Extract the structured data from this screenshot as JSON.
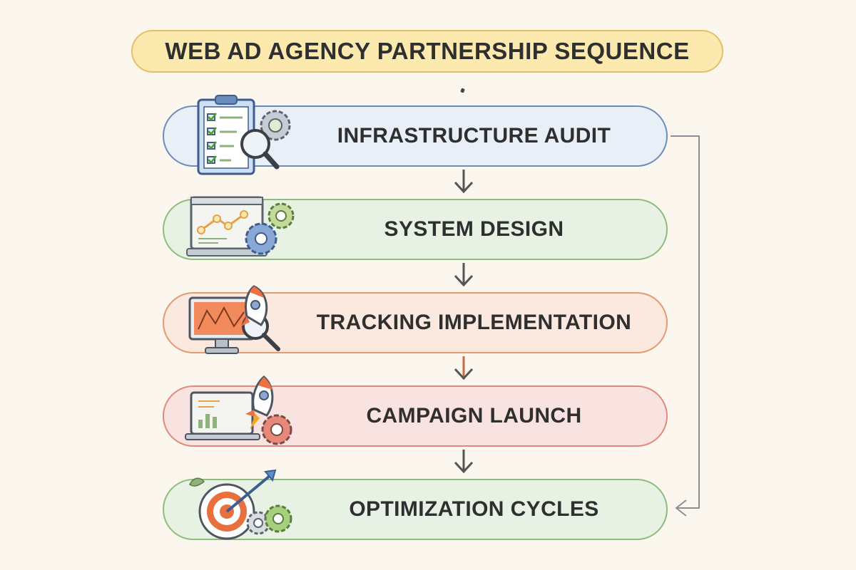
{
  "title": "WEB AD AGENCY PARTNERSHIP SEQUENCE",
  "colors": {
    "background": "#fbf6ee",
    "title_fill": "#fbe9ad",
    "title_border": "#e2c16a",
    "blue": "#6b8dbd",
    "green": "#8dbd7e",
    "orange": "#e39a6f",
    "red": "#de8a7e",
    "arrow": "#555555"
  },
  "steps": [
    {
      "label": "INFRASTRUCTURE AUDIT",
      "icon": "clipboard-magnifier-gear-icon"
    },
    {
      "label": "SYSTEM DESIGN",
      "icon": "blueprint-gears-icon"
    },
    {
      "label": "TRACKING IMPLEMENTATION",
      "icon": "monitor-rocket-magnifier-icon"
    },
    {
      "label": "CAMPAIGN LAUNCH",
      "icon": "laptop-rocket-gear-icon"
    },
    {
      "label": "OPTIMIZATION CYCLES",
      "icon": "target-arrow-gears-icon"
    }
  ],
  "feedback_loop": {
    "from": "INFRASTRUCTURE AUDIT",
    "to": "OPTIMIZATION CYCLES"
  }
}
